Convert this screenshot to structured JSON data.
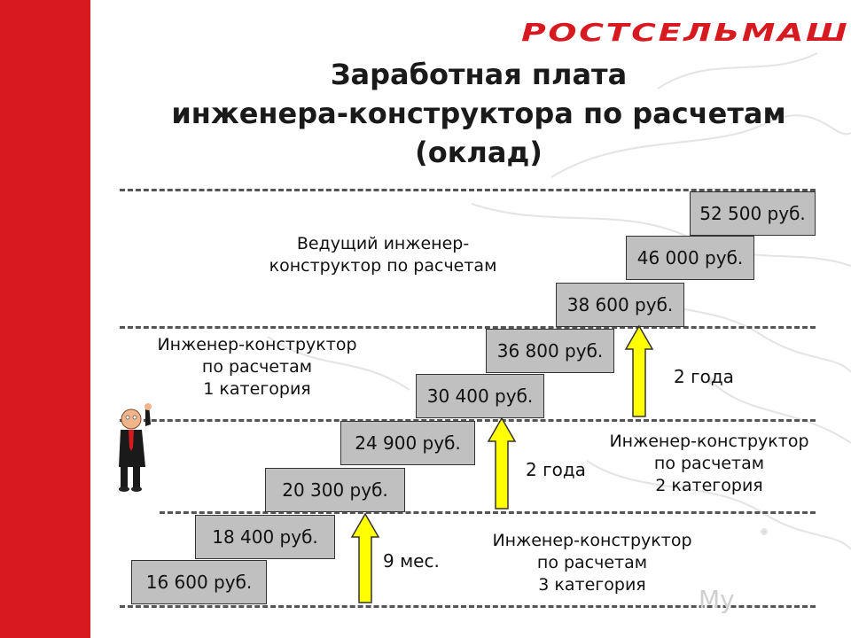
{
  "brand": {
    "logo_text": "РОСТСЕЛЬМАШ",
    "brand_color": "#d71920"
  },
  "title": "Заработная плата\nинженера-конструктора по расчетам\n(оклад)",
  "steps": [
    "16 600 руб.",
    "18 400 руб.",
    "20 300 руб.",
    "24 900 руб.",
    "30 400 руб.",
    "36 800 руб.",
    "38 600 руб.",
    "46 000 руб.",
    "52 500 руб."
  ],
  "categories": {
    "lead": "Ведущий инженер-\nконструктор по расчетам",
    "cat1": "Инженер-конструктор\nпо расчетам\n1 категория",
    "cat2": "Инженер-конструктор\nпо расчетам\n2 категория",
    "cat3": "Инженер-конструктор\nпо расчетам\n3 категория"
  },
  "durations": {
    "d1": "9 мес.",
    "d2": "2 года",
    "d3": "2 года"
  },
  "watermark": "My",
  "colors": {
    "step_fill": "#c0c0c0",
    "arrow_fill": "#ffff00",
    "dash": "#555555"
  }
}
